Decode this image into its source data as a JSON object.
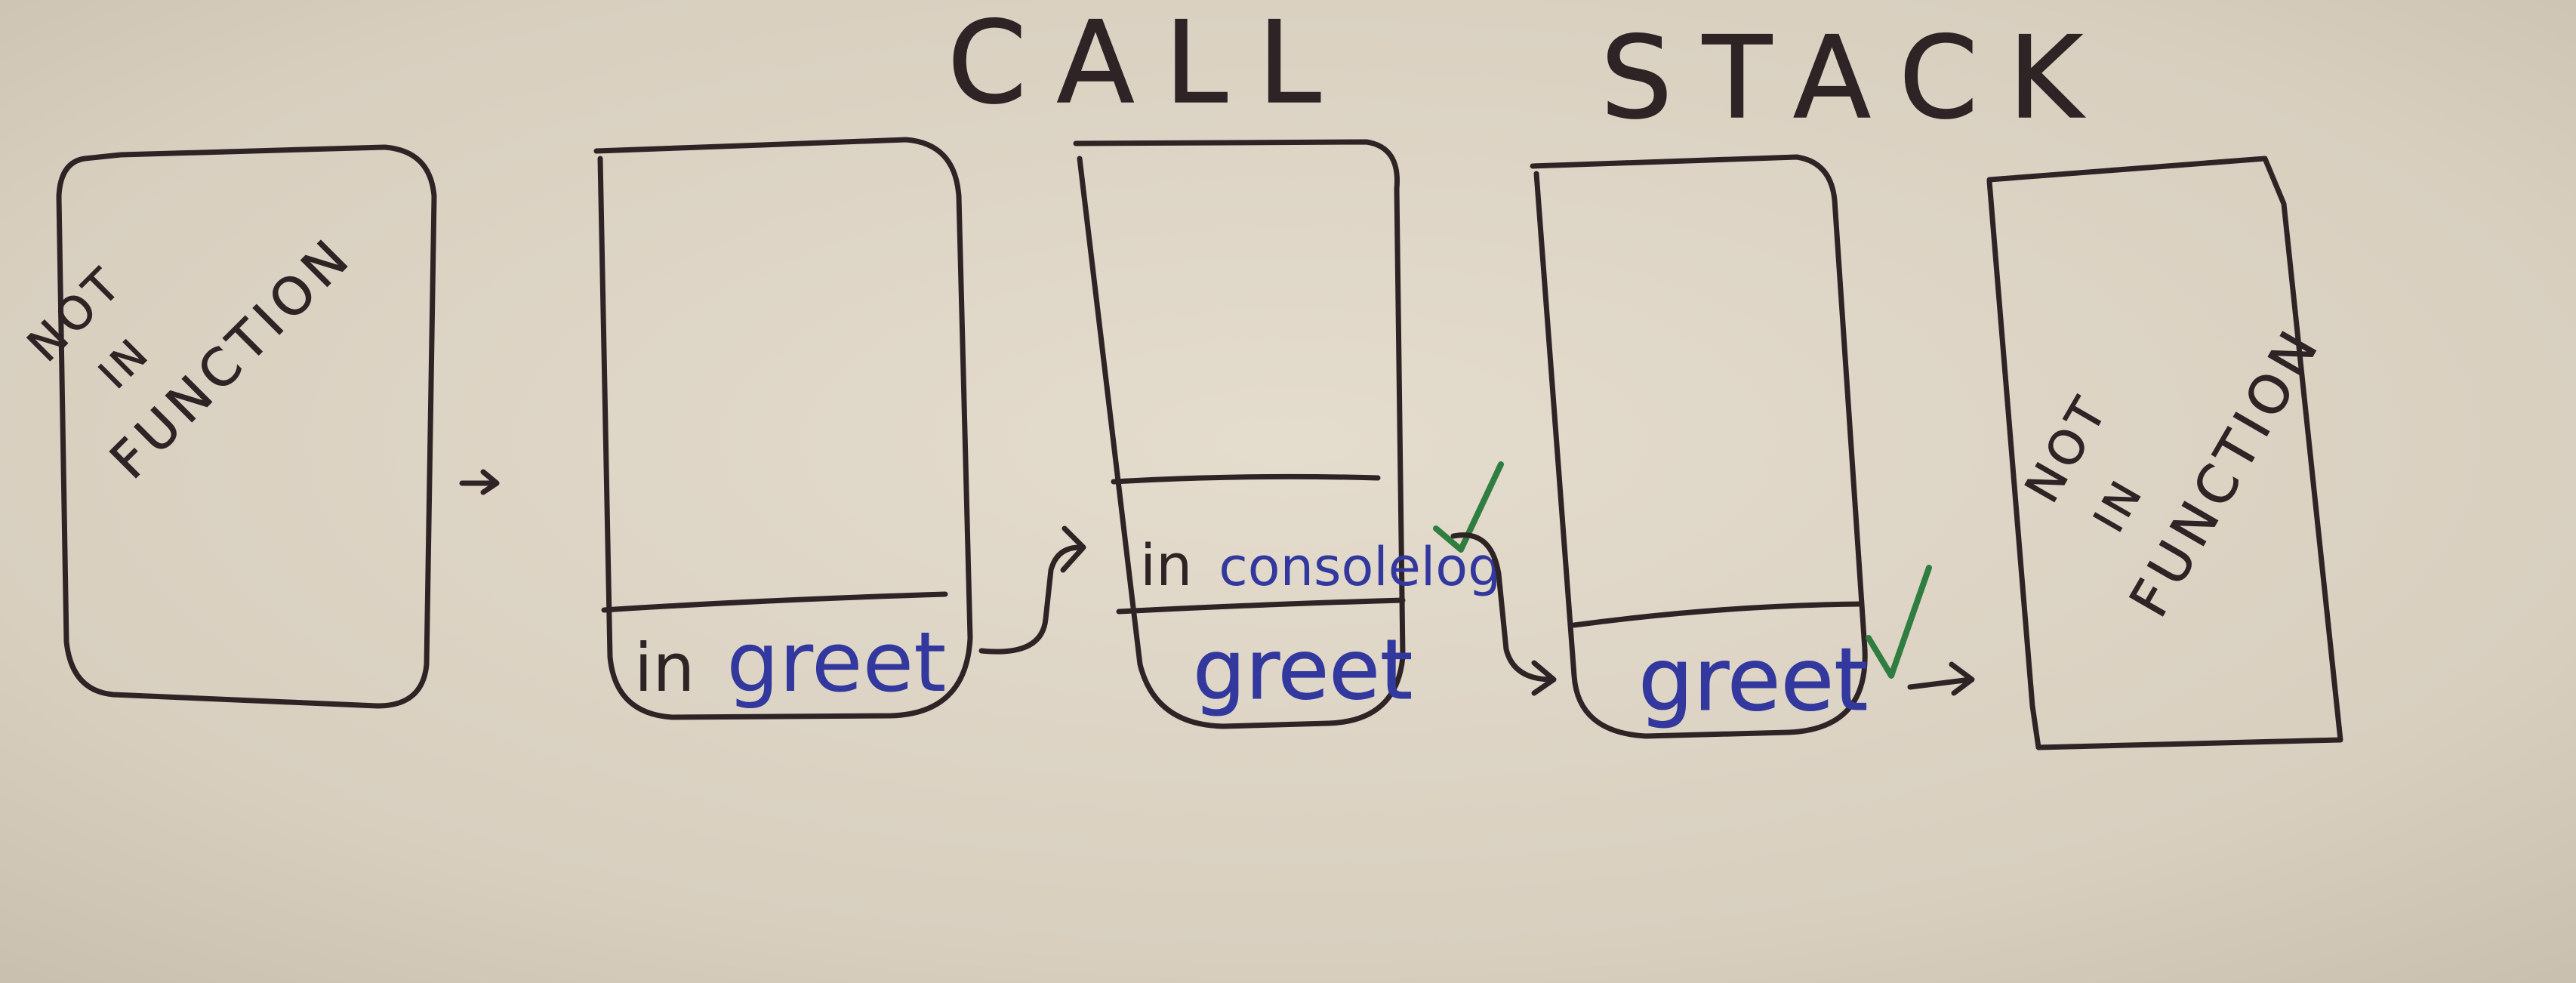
{
  "title": {
    "word1": "CALL",
    "word2": "STACK"
  },
  "stacks": [
    {
      "id": "stack-1",
      "frames": [],
      "note": [
        "NOT",
        "IN",
        "FUNCTION"
      ]
    },
    {
      "id": "stack-2",
      "frames": [
        {
          "prefix": "in",
          "name": "greet"
        }
      ]
    },
    {
      "id": "stack-3",
      "frames": [
        {
          "prefix": "in",
          "name": "consolelog"
        },
        {
          "prefix": "",
          "name": "greet"
        }
      ]
    },
    {
      "id": "stack-4",
      "frames": [
        {
          "prefix": "",
          "name": "greet"
        }
      ]
    },
    {
      "id": "stack-5",
      "frames": [],
      "note": [
        "NOT",
        "IN",
        "FUNCTION"
      ]
    }
  ],
  "checkmarks": [
    "after-consolelog",
    "after-greet"
  ],
  "colors": {
    "background": "#d9d0c1",
    "marker_dark": "#2e2426",
    "marker_blue": "#33389e",
    "marker_green": "#2f7d40"
  }
}
